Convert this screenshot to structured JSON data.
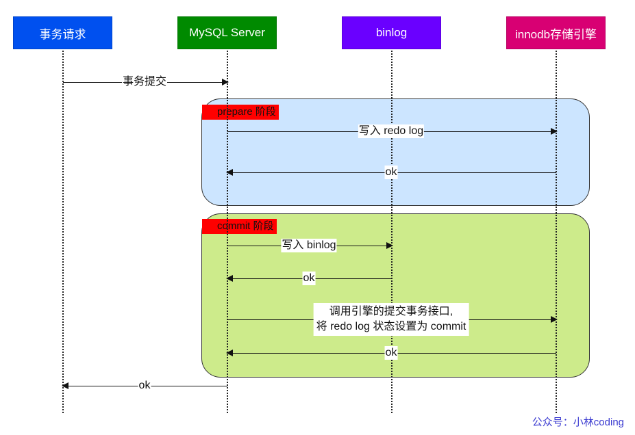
{
  "actors": [
    {
      "label": "事务请求",
      "color": "#0050ef"
    },
    {
      "label": "MySQL Server",
      "color": "#008a00"
    },
    {
      "label": "binlog",
      "color": "#6a00ff"
    },
    {
      "label": "innodb存储引擎",
      "color": "#d80073"
    }
  ],
  "phases": [
    {
      "label": "prepare 阶段",
      "fill": "#cce5ff"
    },
    {
      "label": "commit 阶段",
      "fill": "#cdeb8b"
    }
  ],
  "messages": [
    {
      "label": "事务提交",
      "from": "事务请求",
      "to": "MySQL Server"
    },
    {
      "label": "写入 redo log",
      "from": "MySQL Server",
      "to": "innodb存储引擎"
    },
    {
      "label": "ok",
      "from": "innodb存储引擎",
      "to": "MySQL Server"
    },
    {
      "label": "写入 binlog",
      "from": "MySQL Server",
      "to": "binlog"
    },
    {
      "label": "ok",
      "from": "binlog",
      "to": "MySQL Server"
    },
    {
      "label_line1": "调用引擎的提交事务接口,",
      "label_line2": "将 redo log 状态设置为 commit",
      "from": "MySQL Server",
      "to": "innodb存储引擎"
    },
    {
      "label": "ok",
      "from": "innodb存储引擎",
      "to": "MySQL Server"
    },
    {
      "label": "ok",
      "from": "MySQL Server",
      "to": "事务请求"
    }
  ],
  "watermark": "公众号：小林coding"
}
